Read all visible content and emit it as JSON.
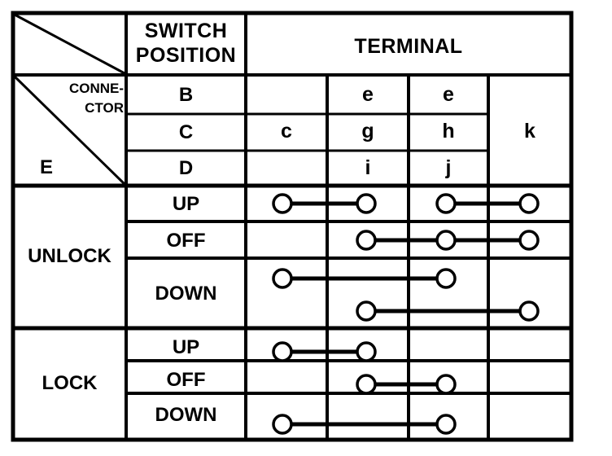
{
  "table": {
    "corner": {
      "connector_label": "CONNE-\nCTOR",
      "connector_line1": "CONNE-",
      "connector_line2": "CTOR",
      "connector_code": "E"
    },
    "headers": {
      "switch_position": "SWITCH\nPOSITION",
      "switch_position_line1": "SWITCH",
      "switch_position_line2": "POSITION",
      "terminal": "TERMINAL"
    },
    "connector_rows": [
      "B",
      "C",
      "D"
    ],
    "terminal_columns": [
      {
        "id": "c",
        "labels": [
          "",
          "c",
          ""
        ]
      },
      {
        "id": "g",
        "labels": [
          "e",
          "g",
          "i"
        ]
      },
      {
        "id": "h",
        "labels": [
          "e",
          "h",
          "j"
        ]
      },
      {
        "id": "k",
        "labels": [
          "",
          "k",
          ""
        ]
      }
    ],
    "groups": [
      {
        "name": "UNLOCK",
        "rows": [
          {
            "position": "UP",
            "connections": [
              [
                "c",
                "g"
              ],
              [
                "h",
                "k"
              ]
            ]
          },
          {
            "position": "OFF",
            "connections": [
              [
                "g",
                "h",
                "k"
              ]
            ]
          },
          {
            "position": "DOWN",
            "connections": [
              [
                "c",
                "h"
              ],
              [
                "g",
                "k"
              ]
            ]
          }
        ]
      },
      {
        "name": "LOCK",
        "rows": [
          {
            "position": "UP",
            "connections": [
              [
                "c",
                "g"
              ]
            ]
          },
          {
            "position": "OFF",
            "connections": [
              [
                "g",
                "h"
              ]
            ]
          },
          {
            "position": "DOWN",
            "connections": [
              [
                "c",
                "h"
              ]
            ]
          }
        ]
      }
    ],
    "colors": {
      "line": "#000000",
      "fill": "#ffffff",
      "node_fill": "#ffffff"
    }
  }
}
